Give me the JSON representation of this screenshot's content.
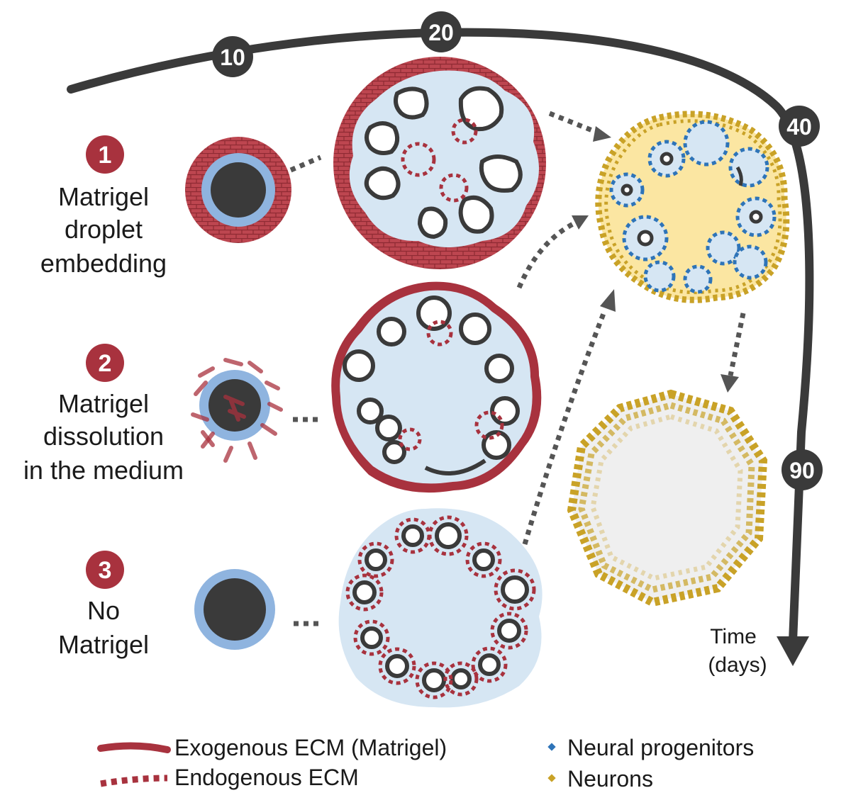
{
  "timeline": {
    "days": [
      "10",
      "20",
      "40",
      "90"
    ],
    "axis_label_line1": "Time",
    "axis_label_line2": "(days)"
  },
  "conditions": [
    {
      "number": "1",
      "lines": [
        "Matrigel",
        "droplet",
        "embedding"
      ]
    },
    {
      "number": "2",
      "lines": [
        "Matrigel",
        "dissolution",
        "in the medium"
      ]
    },
    {
      "number": "3",
      "lines": [
        "No",
        "Matrigel"
      ]
    }
  ],
  "legend": {
    "exogenous": "Exogenous ECM (Matrigel)",
    "endogenous": "Endogenous ECM",
    "progenitors": "Neural progenitors",
    "neurons": "Neurons"
  },
  "colors": {
    "matrigel": "#a8323e",
    "medium_blue": "#d6e6f3",
    "ring_blue": "#8fb4df",
    "dark": "#3a3a3a",
    "progenitor": "#2e74b8",
    "neuron": "#c9a227",
    "neuron_fill": "#fbe6a2",
    "late_core": "#efefef"
  }
}
